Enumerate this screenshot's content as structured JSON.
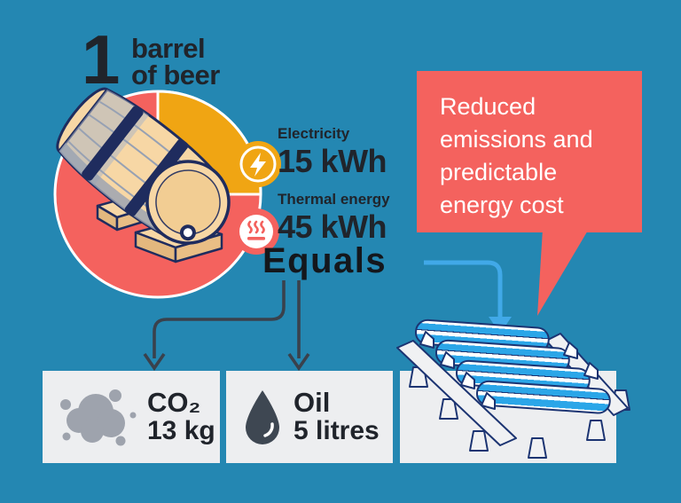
{
  "title": {
    "number": "1",
    "line1": "barrel",
    "line2": "of beer"
  },
  "metrics": {
    "electricity": {
      "label": "Electricity",
      "value": "15 kWh"
    },
    "thermal": {
      "label": "Thermal energy",
      "value": "45 kWh"
    },
    "equals": {
      "label": "Equals"
    }
  },
  "bubble": {
    "text": "Reduced emissions and predictable energy cost"
  },
  "outputs": {
    "co2": {
      "label": "CO₂",
      "value": "13 kg"
    },
    "oil": {
      "label": "Oil",
      "value": "5 litres"
    }
  },
  "icons": {
    "electricity": "lightning-bolt",
    "thermal": "heat-waves",
    "co2": "smoke-cloud",
    "oil": "oil-droplet",
    "result": "heat-exchanger-pipes",
    "source": "beer-barrel"
  },
  "colors": {
    "background": "#2487B2",
    "pie_thermal_red": "#F4625E",
    "pie_electricity_orange": "#F0A513",
    "ink": "#20242B",
    "navy_outline": "#1F2C5E",
    "barrel_tan": "#F7D7A5",
    "box_background": "#EDEEF0",
    "cloud_gray": "#9EA3AD",
    "oil_slate": "#3E4752",
    "arrow_dark": "#3A414C",
    "arrow_blue": "#41A9E8",
    "pipe_blue": "#2BA6E8"
  },
  "chart_data": {
    "type": "pie",
    "title": "1 barrel of beer",
    "unit": "kWh",
    "slices": [
      {
        "label": "Electricity",
        "value": 15,
        "color": "#F0A513"
      },
      {
        "label": "Thermal energy",
        "value": 45,
        "color": "#F4625E"
      }
    ],
    "equivalents": [
      {
        "label": "CO₂",
        "value": 13,
        "unit": "kg"
      },
      {
        "label": "Oil",
        "value": 5,
        "unit": "litres"
      }
    ],
    "annotation": "Reduced emissions and predictable energy cost"
  }
}
